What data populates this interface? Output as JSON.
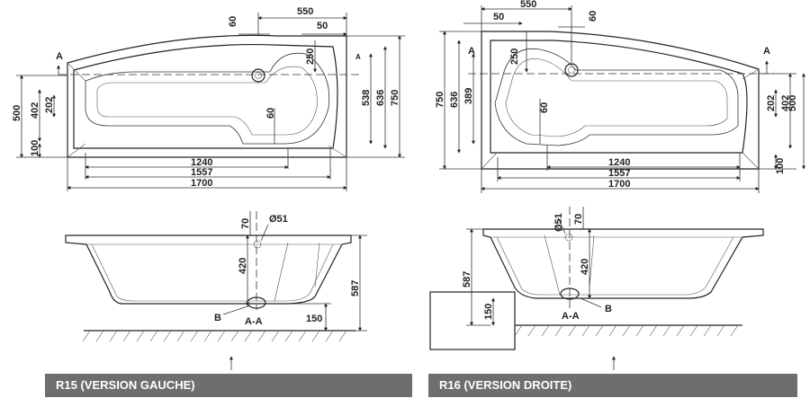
{
  "left": {
    "banner": "R15 (VERSION GAUCHE)",
    "top_view": {
      "d550": "550",
      "d60a": "60",
      "d50": "50",
      "d250": "250",
      "d60b": "60",
      "d538": "538",
      "d636": "636",
      "d750": "750",
      "d500": "500",
      "d402": "402",
      "d202": "202",
      "d100": "100",
      "d1240": "1240",
      "d1557": "1557",
      "d1700": "1700",
      "sec_a1": "A",
      "sec_a2": "A"
    },
    "side_view": {
      "d70": "70",
      "d51": "Ø51",
      "d420": "420",
      "d587": "587",
      "d150": "150",
      "lbl_b": "B",
      "lbl_aa": "A-A"
    }
  },
  "right": {
    "banner": "R16 (VERSION DROITE)",
    "top_view": {
      "d550": "550",
      "d50": "50",
      "d60a": "60",
      "d250": "250",
      "d60b": "60",
      "d750": "750",
      "d636": "636",
      "d389": "389",
      "d202": "202",
      "d402": "402",
      "d500": "500",
      "d100": "100",
      "d1240": "1240",
      "d1557": "1557",
      "d1700": "1700",
      "sec_a1": "A",
      "sec_a2": "A"
    },
    "side_view": {
      "d51": "Ø51",
      "d70": "70",
      "d587": "587",
      "d420": "420",
      "d150": "150",
      "lbl_aa": "A-A",
      "lbl_b": "B"
    }
  }
}
